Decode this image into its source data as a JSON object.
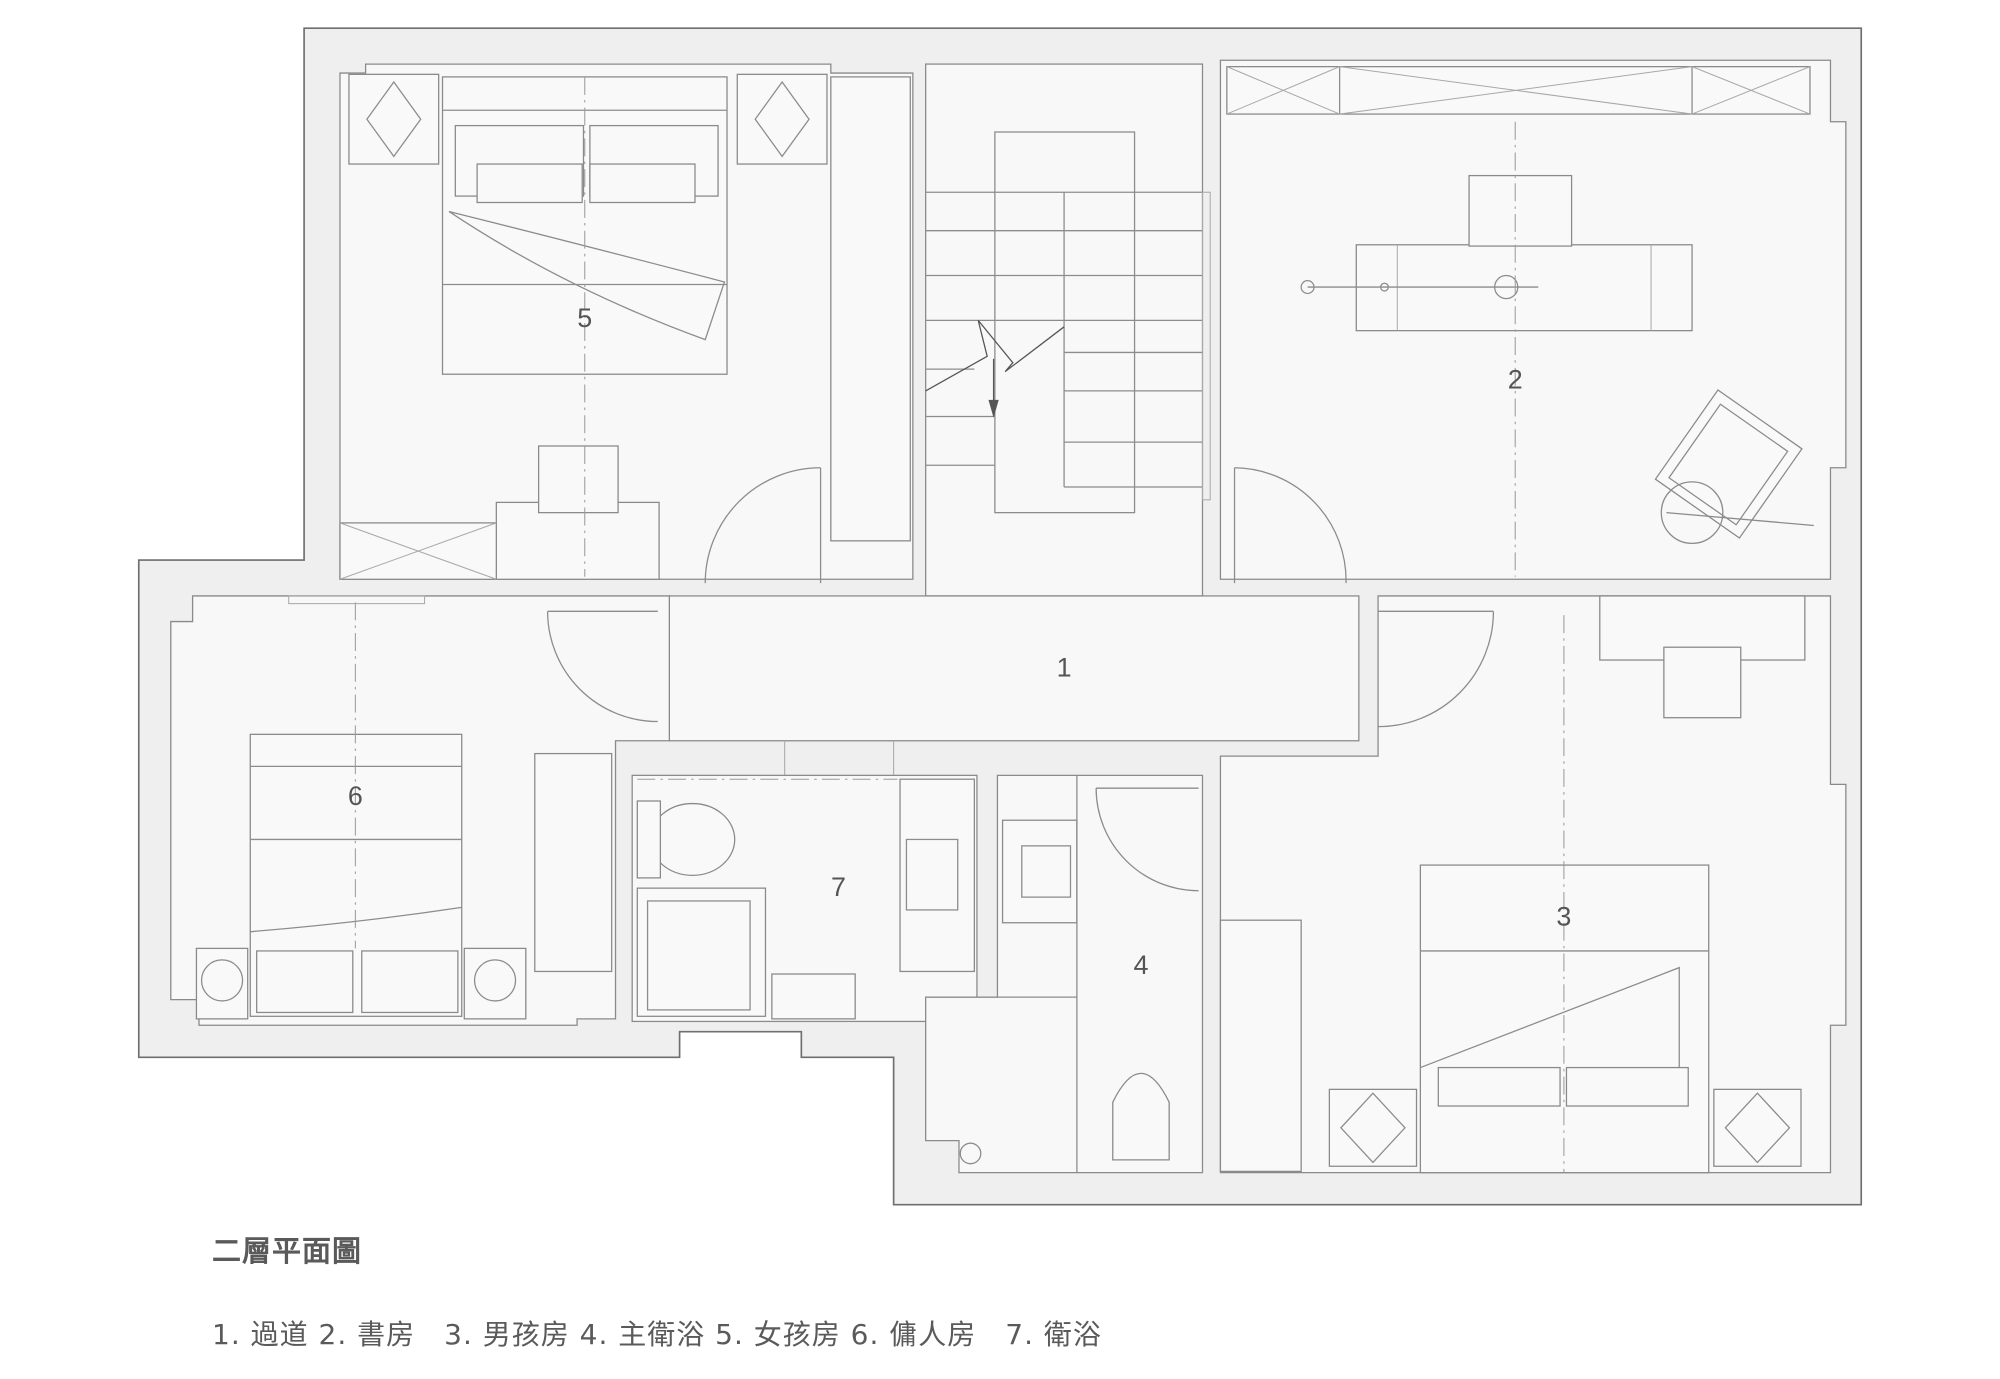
{
  "plan": {
    "title": "二層平面圖",
    "legend": "1. 過道 2. 書房　3. 男孩房 4. 主衛浴 5. 女孩房 6. 傭人房　7. 衛浴",
    "rooms": [
      {
        "number": "1",
        "name": "過道"
      },
      {
        "number": "2",
        "name": "書房"
      },
      {
        "number": "3",
        "name": "男孩房"
      },
      {
        "number": "4",
        "name": "主衛浴"
      },
      {
        "number": "5",
        "name": "女孩房"
      },
      {
        "number": "6",
        "name": "傭人房"
      },
      {
        "number": "7",
        "name": "衛浴"
      }
    ]
  },
  "colors": {
    "wall": "#efefef",
    "floor": "#f8f8f8",
    "line": "#8a8a8a",
    "text": "#555555"
  }
}
